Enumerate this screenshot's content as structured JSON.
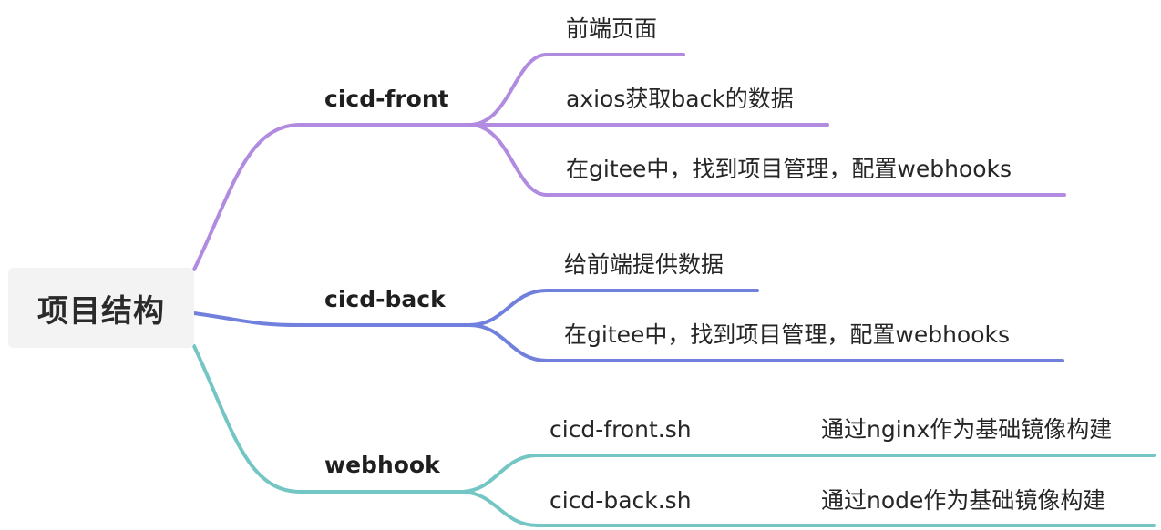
{
  "root": {
    "label": "项目结构"
  },
  "branches": [
    {
      "label": "cicd-front",
      "color": "#b18be0",
      "children": [
        {
          "label": "前端页面"
        },
        {
          "label": "axios获取back的数据"
        },
        {
          "label": "在gitee中，找到项目管理，配置webhooks"
        }
      ]
    },
    {
      "label": "cicd-back",
      "color": "#7080dc",
      "children": [
        {
          "label": "给前端提供数据"
        },
        {
          "label": "在gitee中，找到项目管理，配置webhooks"
        }
      ]
    },
    {
      "label": "webhook",
      "color": "#74c6c4",
      "children": [
        {
          "label": "cicd-front.sh",
          "note": "通过nginx作为基础镜像构建"
        },
        {
          "label": "cicd-back.sh",
          "note": "通过node作为基础镜像构建"
        }
      ]
    }
  ]
}
